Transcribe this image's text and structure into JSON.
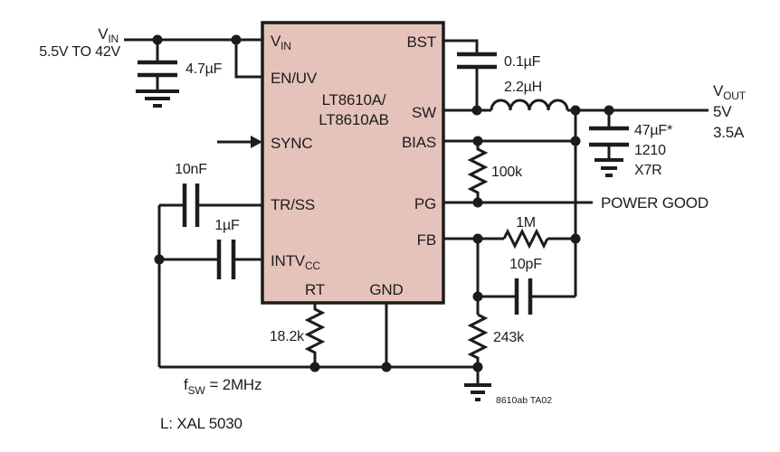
{
  "ic": {
    "name_line1": "LT8610A/",
    "name_line2": "LT8610AB",
    "pin_vin_main": "V",
    "pin_vin_sub": "IN",
    "pin_enuv": "EN/UV",
    "pin_sync": "SYNC",
    "pin_trss": "TR/SS",
    "pin_intvcc_main": "INTV",
    "pin_intvcc_sub": "CC",
    "pin_rt": "RT",
    "pin_gnd": "GND",
    "pin_bst": "BST",
    "pin_sw": "SW",
    "pin_bias": "BIAS",
    "pin_pg": "PG",
    "pin_fb": "FB"
  },
  "input": {
    "label_main": "V",
    "label_sub": "IN",
    "range": "5.5V TO 42V",
    "cap_value": "4.7µF"
  },
  "output": {
    "label_main": "V",
    "label_sub": "OUT",
    "voltage": "5V",
    "current": "3.5A",
    "cap_value": "47µF*",
    "cap_size": "1210",
    "cap_dielectric": "X7R"
  },
  "components": {
    "bst_cap": "0.1µF",
    "inductor": "2.2µH",
    "bias_resistor": "100k",
    "fb_resistor_top": "1M",
    "fb_cap": "10pF",
    "fb_resistor_bottom": "243k",
    "rt_resistor": "18.2k",
    "trss_cap": "10nF",
    "intvcc_cap": "1µF"
  },
  "annotations": {
    "power_good": "POWER GOOD",
    "freq_main": "f",
    "freq_sub": "SW",
    "freq_eq": "= 2MHz",
    "inductor_note": "L: XAL 5030",
    "fig_tag": "8610ab TA02"
  },
  "colors": {
    "ic_fill": "#e5c3bb",
    "line": "#1c1c1c"
  }
}
